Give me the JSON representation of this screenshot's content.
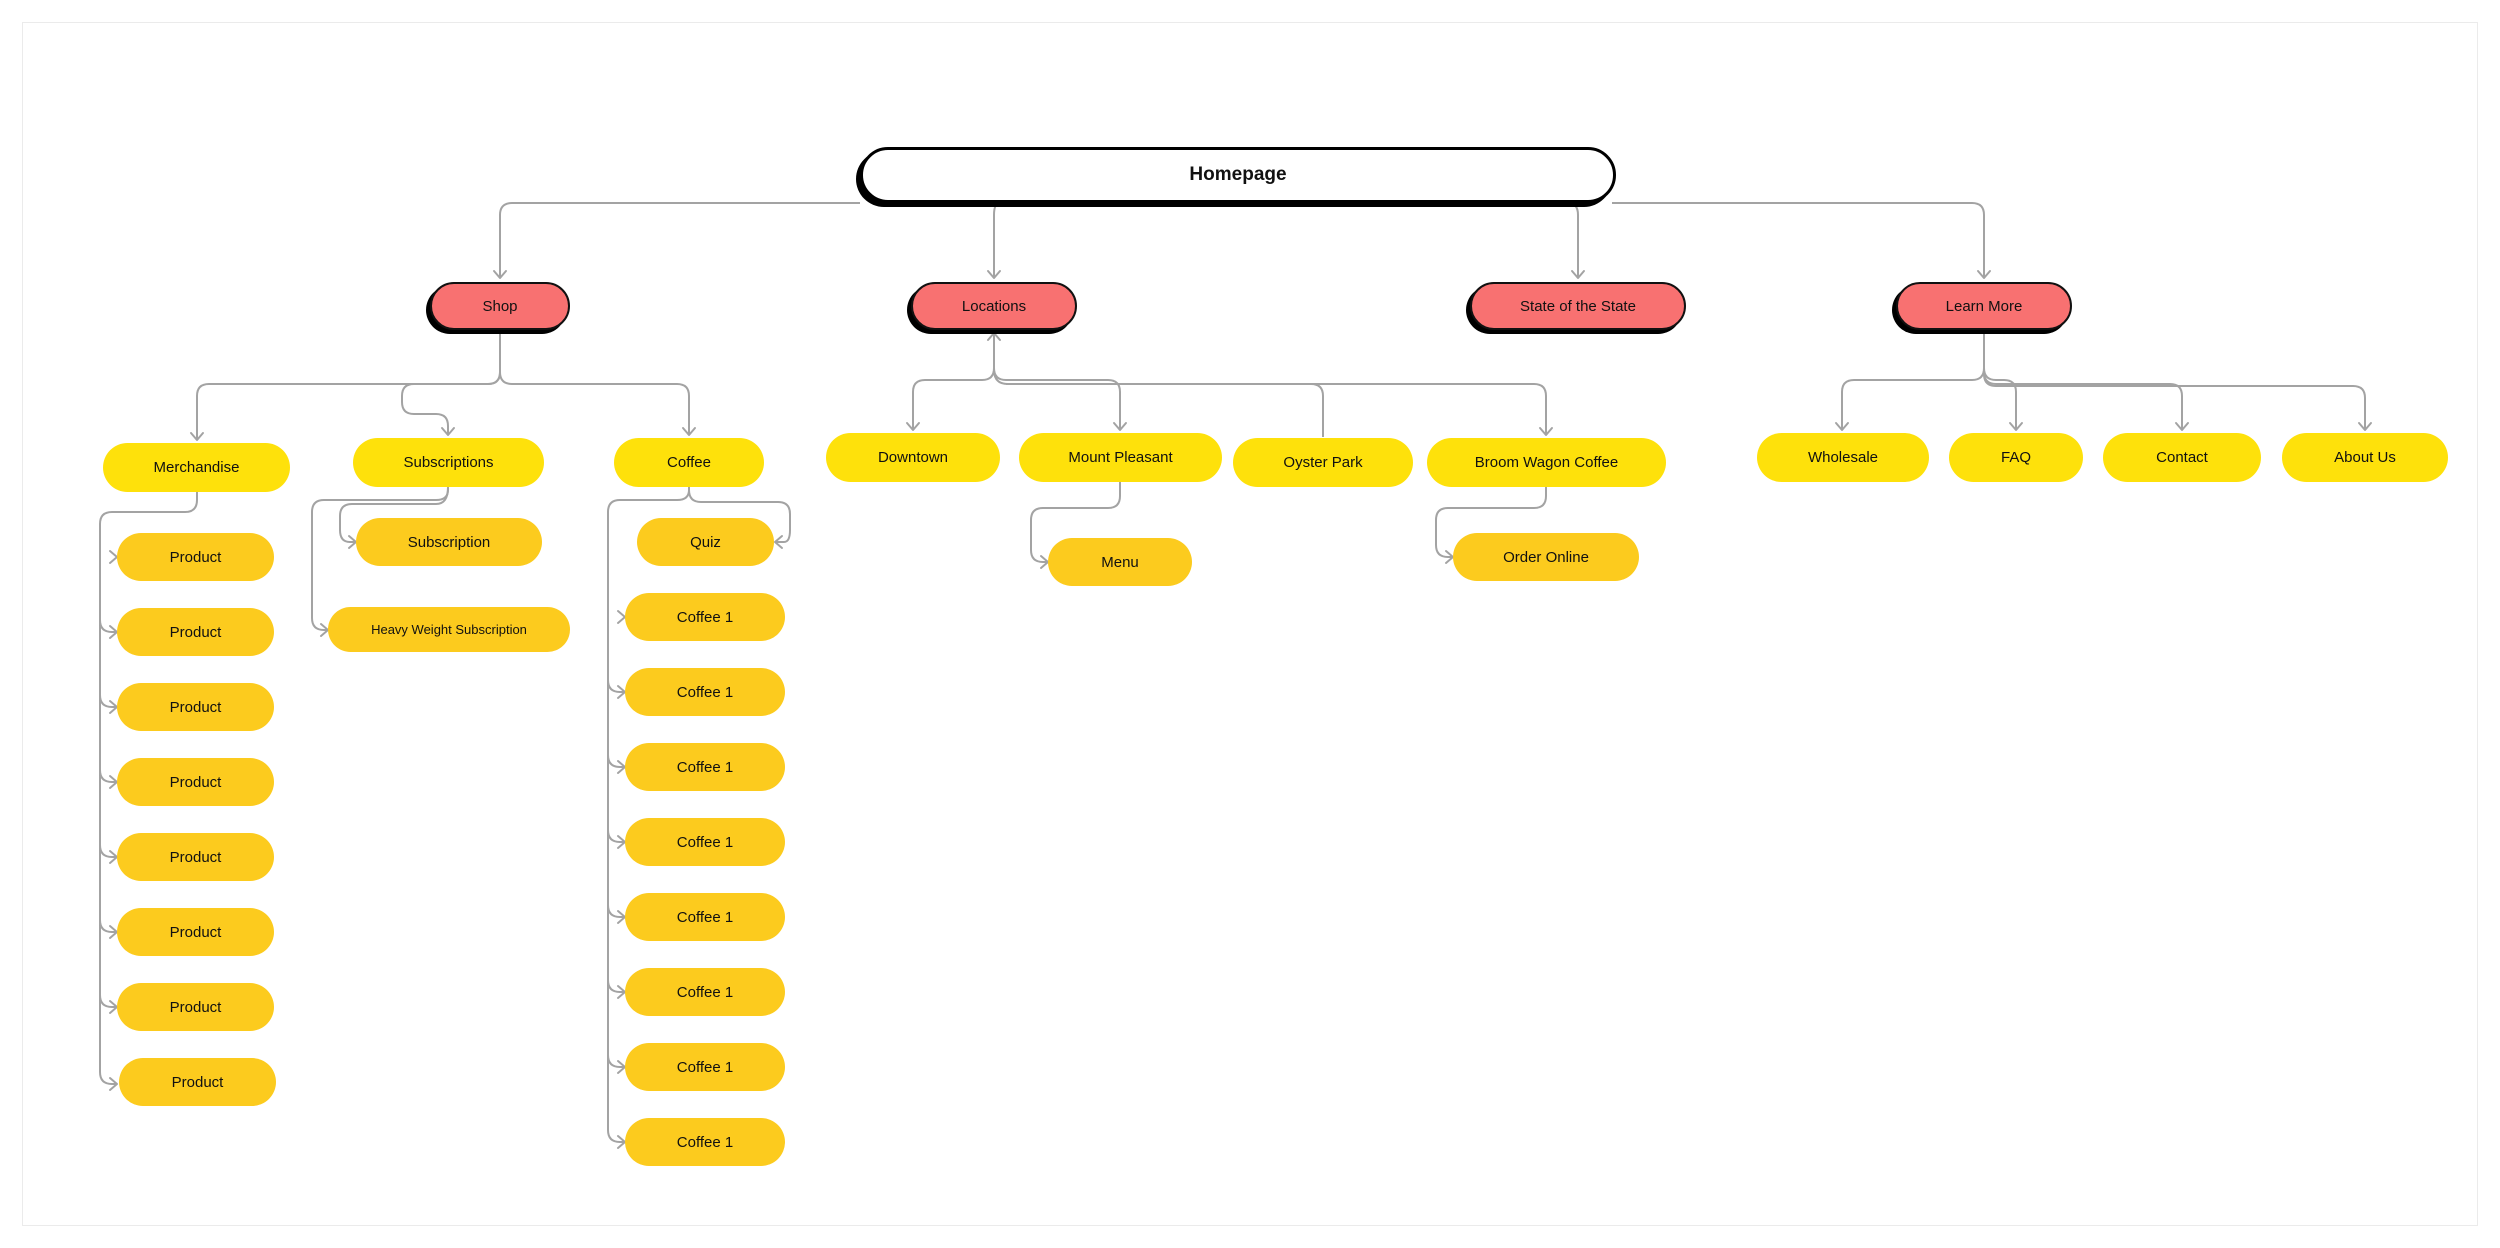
{
  "colors": {
    "root_fill": "#ffffff",
    "category_fill": "#f87171",
    "subpage_fill": "#fee10b",
    "leaf_fill": "#fccb1e",
    "connector": "#a3a3a3"
  },
  "sitemap": {
    "root": "Homepage",
    "categories": {
      "shop": "Shop",
      "locations": "Locations",
      "state": "State of the State",
      "learn": "Learn More"
    },
    "shop": {
      "merchandise": "Merchandise",
      "products": [
        "Product",
        "Product",
        "Product",
        "Product",
        "Product",
        "Product",
        "Product",
        "Product"
      ],
      "subscriptions": "Subscriptions",
      "subscription_items": [
        "Subscription",
        "Heavy Weight Subscription"
      ],
      "coffee": "Coffee",
      "quiz": "Quiz",
      "coffees": [
        "Coffee 1",
        "Coffee 1",
        "Coffee 1",
        "Coffee 1",
        "Coffee 1",
        "Coffee 1",
        "Coffee 1",
        "Coffee 1"
      ]
    },
    "locations": {
      "downtown": "Downtown",
      "mount_pleasant": "Mount Pleasant",
      "menu": "Menu",
      "oyster_park": "Oyster Park",
      "broom_wagon": "Broom Wagon Coffee",
      "order_online": "Order Online"
    },
    "learn": {
      "wholesale": "Wholesale",
      "faq": "FAQ",
      "contact": "Contact",
      "about": "About Us"
    }
  }
}
